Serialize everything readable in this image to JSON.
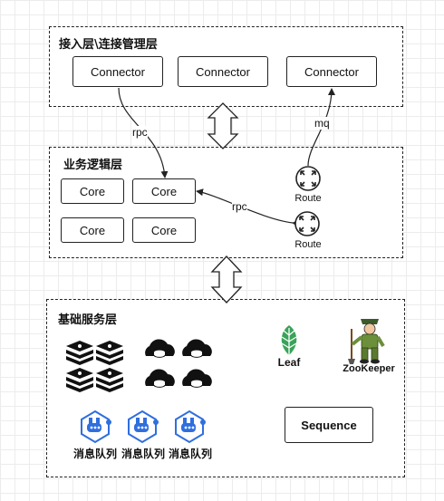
{
  "layers": {
    "access": {
      "title": "接入层\\连接管理层"
    },
    "logic": {
      "title": "业务逻辑层"
    },
    "base": {
      "title": "基础服务层"
    }
  },
  "access": {
    "connectors": [
      "Connector",
      "Connector",
      "Connector"
    ]
  },
  "logic": {
    "cores": [
      "Core",
      "Core",
      "Core",
      "Core"
    ],
    "routes": [
      "Route",
      "Route"
    ]
  },
  "edges": {
    "rpc_1": "rpc",
    "mq": "mq",
    "rpc_2": "rpc"
  },
  "base": {
    "leaf_label": "Leaf",
    "zookeeper_label": "ZooKeeper",
    "sequence_label": "Sequence",
    "mq_labels": [
      "消息队列",
      "消息队列",
      "消息队列"
    ]
  },
  "colors": {
    "mq_icon": "#2f6fde",
    "leaf_icon": "#3aa35a",
    "stroke": "#222222"
  }
}
